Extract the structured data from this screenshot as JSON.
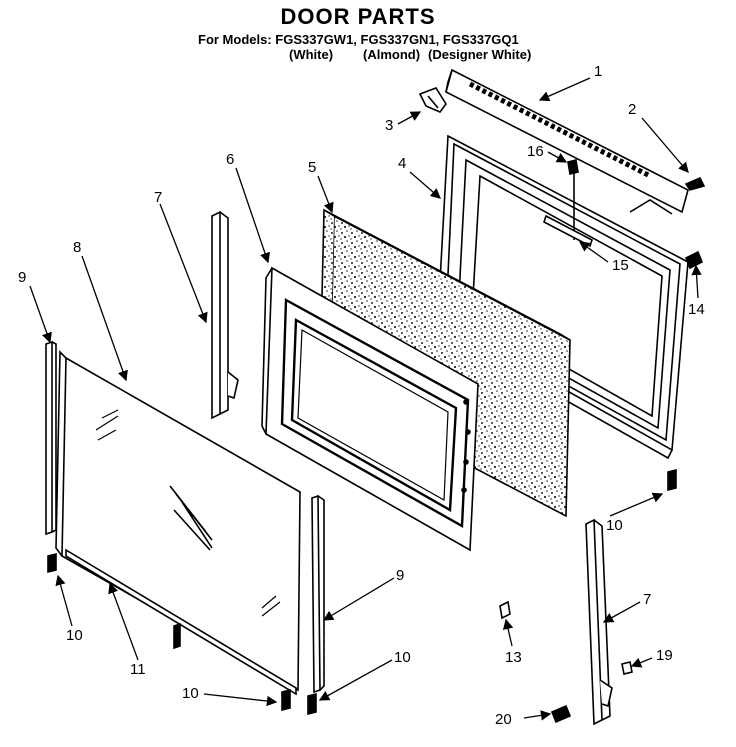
{
  "header": {
    "title": "DOOR PARTS",
    "models_line": "For Models: FGS337GW1, FGS337GN1, FGS337GQ1",
    "color_white": "(White)",
    "color_almond": "(Almond)",
    "color_designer_white": "(Designer White)"
  },
  "callouts": [
    "1",
    "2",
    "3",
    "16",
    "4",
    "6",
    "5",
    "7",
    "15",
    "8",
    "9",
    "14",
    "10",
    "9",
    "7",
    "10",
    "13",
    "19",
    "11",
    "10",
    "10",
    "20"
  ]
}
